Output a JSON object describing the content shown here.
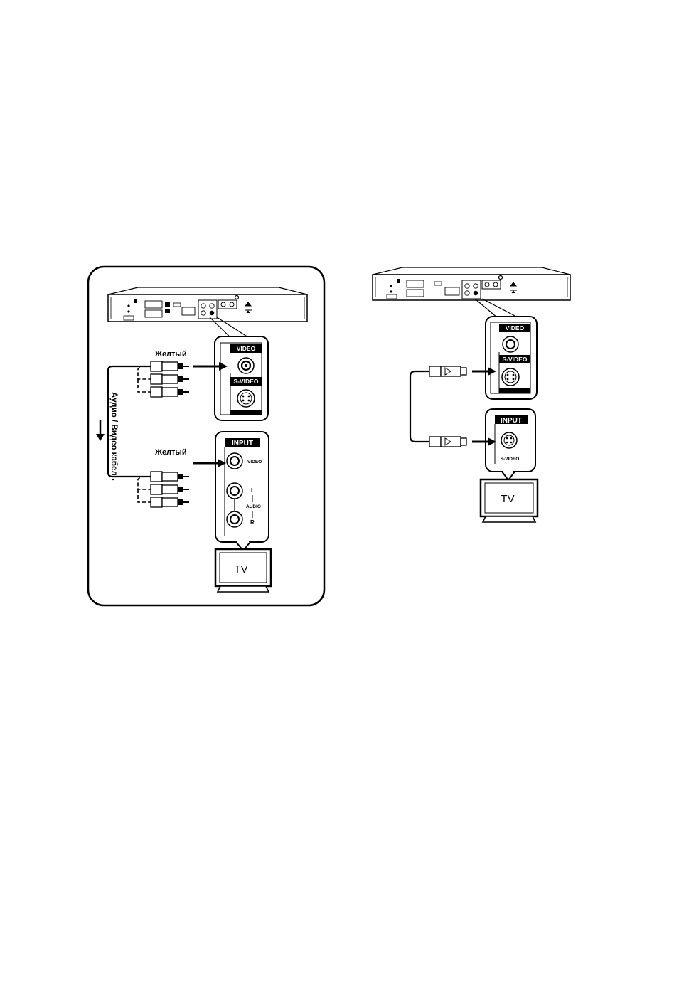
{
  "left": {
    "panel_video": "VIDEO",
    "panel_svideo": "S-VIDEO",
    "tv_input": "INPUT",
    "tv_video": "VIDEO",
    "tv_audio": "AUDIO",
    "tv_l": "L",
    "tv_r": "R",
    "yellow_top": "Желтый",
    "yellow_bottom": "Желтый",
    "cable": "Аудио / Видео кабель",
    "tv": "TV"
  },
  "right": {
    "panel_video": "VIDEO",
    "panel_svideo": "S-VIDEO",
    "tv_input": "INPUT",
    "tv_svideo": "S-VIDEO",
    "tv": "TV"
  },
  "colors": {
    "ink": "#000000",
    "paper": "#ffffff",
    "gray": "#bdbdbd"
  }
}
